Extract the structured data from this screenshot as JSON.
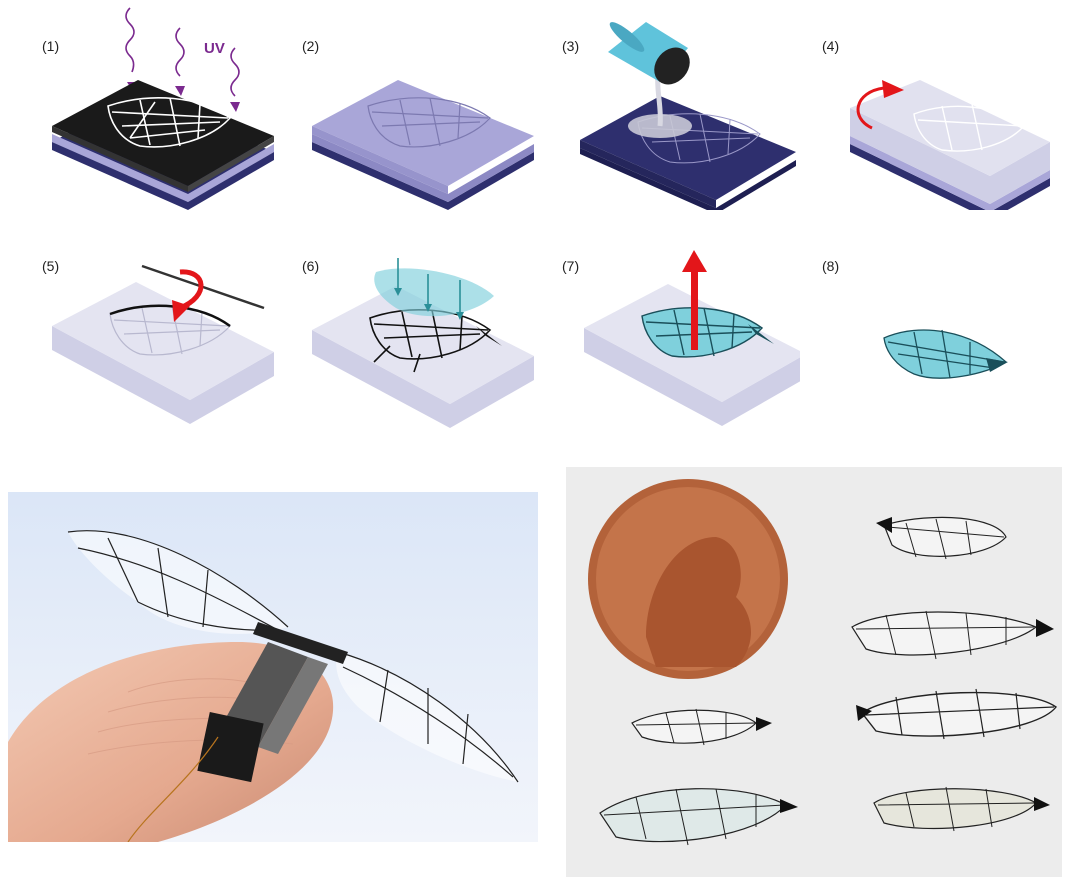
{
  "steps": [
    {
      "label": "(1)"
    },
    {
      "label": "(2)"
    },
    {
      "label": "(3)"
    },
    {
      "label": "(4)"
    },
    {
      "label": "(5)"
    },
    {
      "label": "(6)"
    },
    {
      "label": "(7)"
    },
    {
      "label": "(8)"
    }
  ],
  "uv_label": "UV",
  "colors": {
    "uv_arrow": "#7b2a8f",
    "substrate_dark": "#2e2f6e",
    "substrate_light": "#a9a6d8",
    "mold": "#dcdcef",
    "wing_fill": "#7fd0dc",
    "red_arrow": "#e3161a"
  },
  "photos": {
    "left": "robot-insect-on-finger",
    "right": "wings-beside-penny"
  }
}
